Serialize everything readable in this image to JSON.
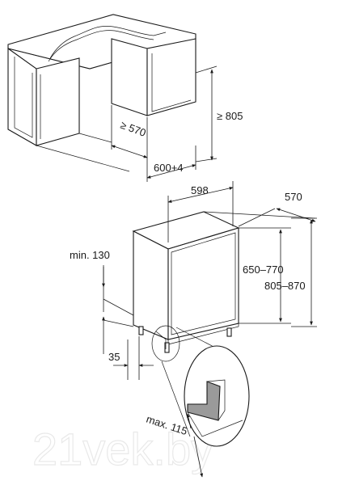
{
  "top_view": {
    "dim_height": "≥ 805",
    "dim_depth": "≥ 570",
    "dim_width": "600+4"
  },
  "bottom_view": {
    "dim_width": "598",
    "dim_depth": "570",
    "dim_height_range": "650–770",
    "dim_total_height": "805–870",
    "dim_min_plinth": "min. 130",
    "dim_toe": "35",
    "dim_max_plinth": "max. 115"
  },
  "watermark": "21vek.by"
}
